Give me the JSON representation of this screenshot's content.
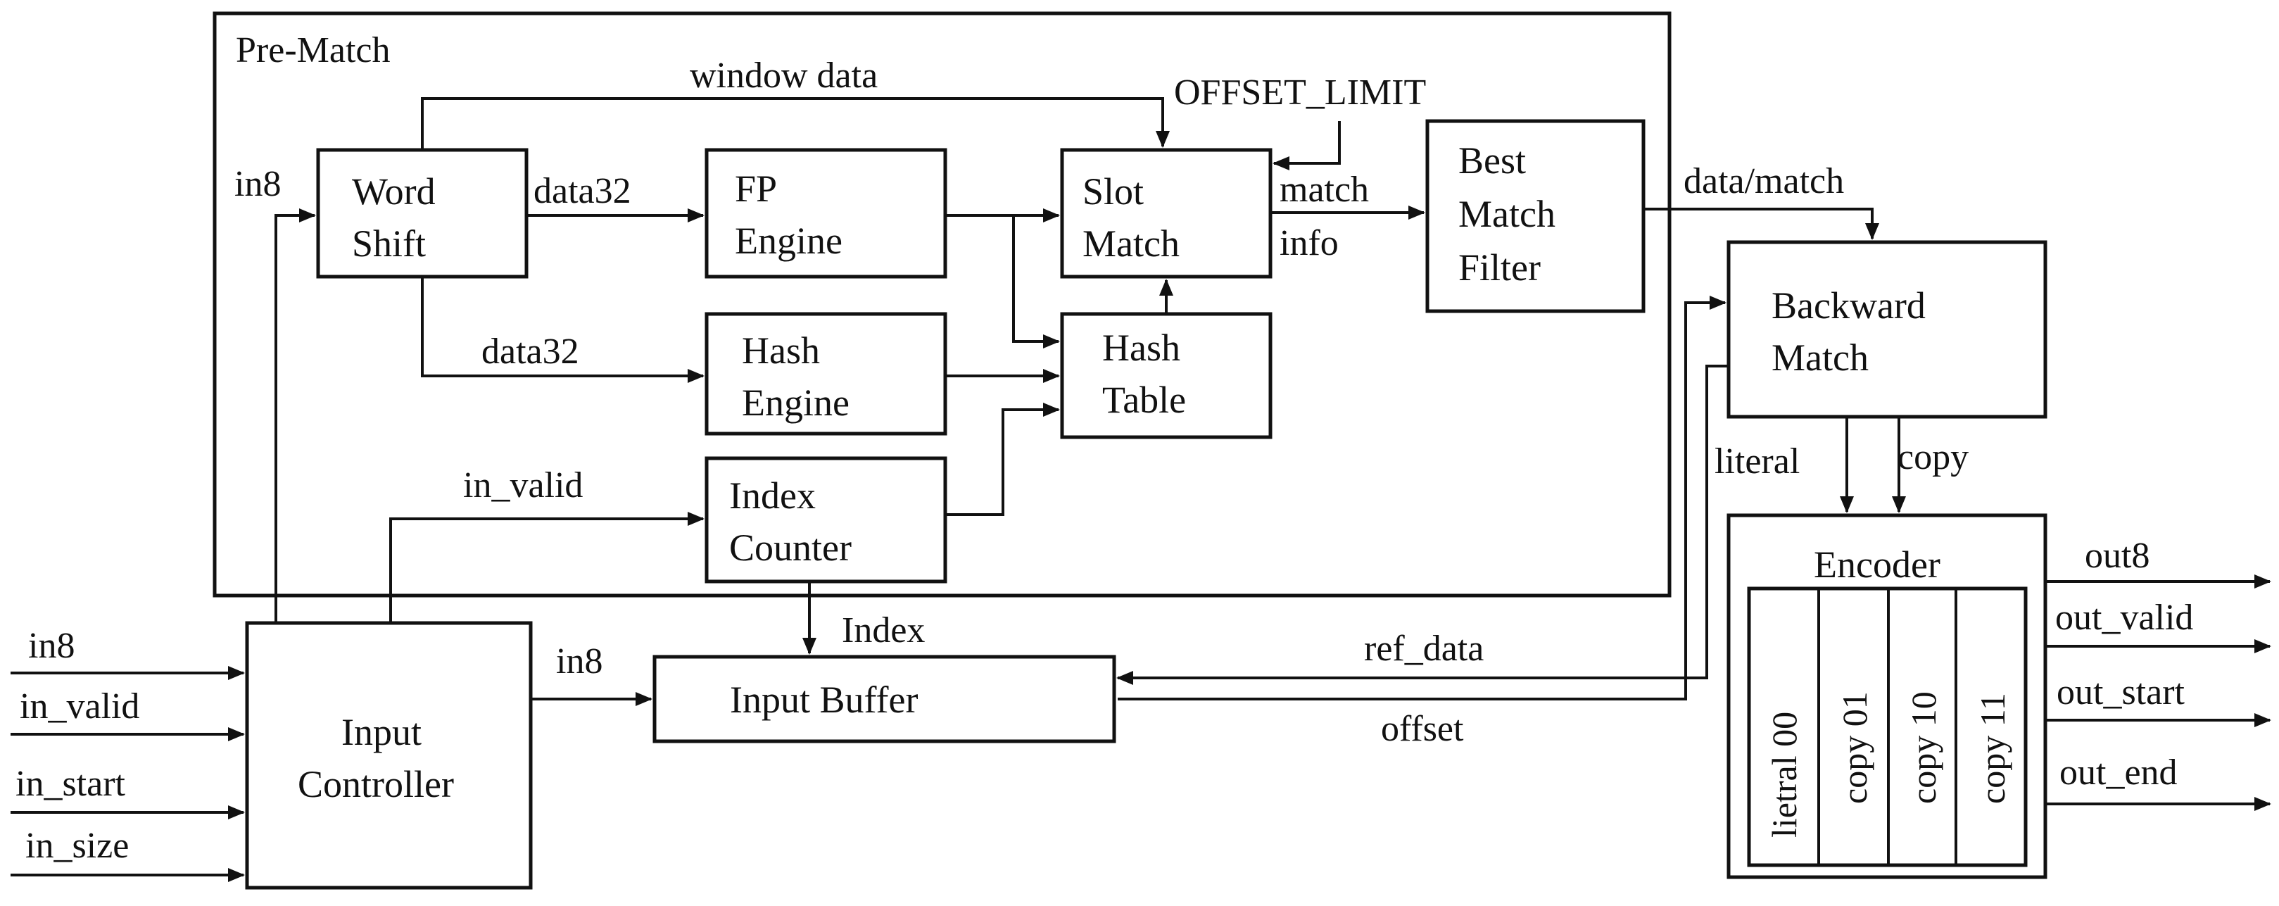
{
  "pre_match": {
    "title": "Pre-Match",
    "word_shift": [
      "Word",
      "Shift"
    ],
    "fp_engine": [
      "FP",
      "Engine"
    ],
    "hash_engine": [
      "Hash",
      "Engine"
    ],
    "index_counter": [
      "Index",
      "Counter"
    ],
    "slot_match": [
      "Slot",
      "Match"
    ],
    "hash_table": [
      "Hash",
      "Table"
    ],
    "best_match_filter": [
      "Best",
      "Match",
      "Filter"
    ]
  },
  "backward_match": [
    "Backward",
    "Match"
  ],
  "input_controller": [
    "Input",
    "Controller"
  ],
  "input_buffer": "Input Buffer",
  "encoder": {
    "title": "Encoder",
    "slots": [
      "lietral 00",
      "copy 01",
      "copy 10",
      "copy 11"
    ]
  },
  "signals": {
    "window_data": "window data",
    "offset_limit": "OFFSET_LIMIT",
    "in8_word_shift": "in8",
    "data32_fp": "data32",
    "data32_hash": "data32",
    "match_info": [
      "match",
      "info"
    ],
    "data_match": "data/match",
    "in_valid_index": "in_valid",
    "index": "Index",
    "in8_buffer": "in8",
    "ref_data": "ref_data",
    "offset": "offset",
    "literal": "literal",
    "copy": "copy",
    "inputs": [
      "in8",
      "in_valid",
      "in_start",
      "in_size"
    ],
    "outputs": [
      "out8",
      "out_valid",
      "out_start",
      "out_end"
    ]
  }
}
